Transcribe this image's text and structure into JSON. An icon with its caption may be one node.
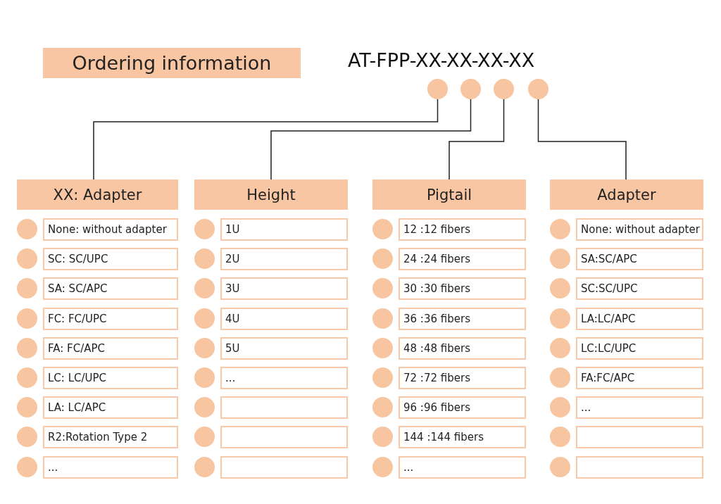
{
  "diagram": {
    "nodes": [
      {
        "text": [
          "Ordering information"
        ]
      },
      {
        "text": [],
        "shape": "circle"
      },
      {
        "text": [],
        "shape": "circle"
      },
      {
        "text": [],
        "shape": "circle"
      },
      {
        "text": [],
        "shape": "circle"
      },
      {
        "text": [
          "XX: Adapter"
        ]
      },
      {
        "text": [],
        "shape": "circle"
      },
      {
        "text": [
          "None: without adapter"
        ]
      },
      {
        "text": [],
        "shape": "circle"
      },
      {
        "text": [
          "SC: SC/UPC"
        ]
      },
      {
        "text": [],
        "shape": "circle"
      },
      {
        "text": [
          "SA: SC/APC"
        ]
      },
      {
        "text": [],
        "shape": "circle"
      },
      {
        "text": [
          "FC: FC/UPC"
        ]
      },
      {
        "text": [],
        "shape": "circle"
      },
      {
        "text": [
          "FA: FC/APC"
        ]
      },
      {
        "text": [],
        "shape": "circle"
      },
      {
        "text": [
          "LC: LC/UPC"
        ]
      },
      {
        "text": [],
        "shape": "circle"
      },
      {
        "text": [
          "LA: LC/APC"
        ]
      },
      {
        "text": [],
        "shape": "circle"
      },
      {
        "text": [
          "R2:Rotation Type 2"
        ]
      },
      {
        "text": [],
        "shape": "circle"
      },
      {
        "text": [
          "..."
        ]
      },
      {
        "text": [
          "Height"
        ]
      },
      {
        "text": [],
        "shape": "circle"
      },
      {
        "text": [
          "1U"
        ]
      },
      {
        "text": [],
        "shape": "circle"
      },
      {
        "text": [
          "2U"
        ]
      },
      {
        "text": [],
        "shape": "circle"
      },
      {
        "text": [
          "3U"
        ]
      },
      {
        "text": [],
        "shape": "circle"
      },
      {
        "text": [
          "4U"
        ]
      },
      {
        "text": [],
        "shape": "circle"
      },
      {
        "text": [
          "5U"
        ]
      },
      {
        "text": [],
        "shape": "circle"
      },
      {
        "text": [
          "..."
        ]
      },
      {
        "text": [],
        "shape": "circle"
      },
      {
        "text": [],
        "shape": "box"
      },
      {
        "text": [],
        "shape": "circle"
      },
      {
        "text": [],
        "shape": "box"
      },
      {
        "text": [],
        "shape": "circle"
      },
      {
        "text": [],
        "shape": "box"
      },
      {
        "text": [
          "Pigtail"
        ]
      },
      {
        "text": [],
        "shape": "circle"
      },
      {
        "text": [
          "12 :12 fibers"
        ]
      },
      {
        "text": [],
        "shape": "circle"
      },
      {
        "text": [
          "24 :24 fibers"
        ]
      },
      {
        "text": [],
        "shape": "circle"
      },
      {
        "text": [
          "30 :30 fibers"
        ]
      },
      {
        "text": [],
        "shape": "circle"
      },
      {
        "text": [
          "36 :36 fibers"
        ]
      },
      {
        "text": [],
        "shape": "circle"
      },
      {
        "text": [
          "48 :48 fibers"
        ]
      },
      {
        "text": [],
        "shape": "circle"
      },
      {
        "text": [
          "72 :72 fibers"
        ]
      },
      {
        "text": [],
        "shape": "circle"
      },
      {
        "text": [
          "96 :96 fibers"
        ]
      },
      {
        "text": [],
        "shape": "circle"
      },
      {
        "text": [
          "144 :144 fibers"
        ]
      },
      {
        "text": [],
        "shape": "circle"
      },
      {
        "text": [
          "..."
        ]
      },
      {
        "text": [
          "Adapter"
        ]
      },
      {
        "text": [],
        "shape": "circle"
      },
      {
        "text": [
          "None: without adapter"
        ]
      },
      {
        "text": [],
        "shape": "circle"
      },
      {
        "text": [
          "SA:SC/APC"
        ]
      },
      {
        "text": [],
        "shape": "circle"
      },
      {
        "text": [
          "SC:SC/UPC"
        ]
      },
      {
        "text": [],
        "shape": "circle"
      },
      {
        "text": [
          "LA:LC/APC"
        ]
      },
      {
        "text": [],
        "shape": "circle"
      },
      {
        "text": [
          "LC:LC/UPC"
        ]
      },
      {
        "text": [],
        "shape": "circle"
      },
      {
        "text": [
          "FA:FC/APC"
        ]
      },
      {
        "text": [],
        "shape": "circle"
      },
      {
        "text": [
          "..."
        ]
      },
      {
        "text": [],
        "shape": "circle"
      },
      {
        "text": [],
        "shape": "box"
      },
      {
        "text": [],
        "shape": "circle"
      },
      {
        "text": [],
        "shape": "box"
      }
    ],
    "edges": [
      {
        "from": 1,
        "to": 5,
        "arrow": "none"
      },
      {
        "from": 2,
        "to": 24,
        "arrow": "none"
      },
      {
        "from": 3,
        "to": 43,
        "arrow": "none"
      },
      {
        "from": 4,
        "to": 62,
        "arrow": "none"
      }
    ],
    "labels": [
      "AT-FPP-XX-XX-XX-XX"
    ]
  }
}
